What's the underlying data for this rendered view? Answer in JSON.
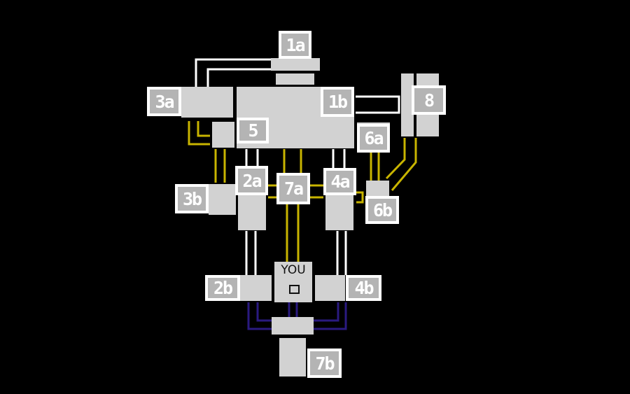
{
  "map": {
    "player_label": "YOU",
    "cameras": [
      {
        "id": "1a",
        "label": "1a"
      },
      {
        "id": "1b",
        "label": "1b"
      },
      {
        "id": "2a",
        "label": "2a"
      },
      {
        "id": "2b",
        "label": "2b"
      },
      {
        "id": "3a",
        "label": "3a"
      },
      {
        "id": "3b",
        "label": "3b"
      },
      {
        "id": "4a",
        "label": "4a"
      },
      {
        "id": "4b",
        "label": "4b"
      },
      {
        "id": "5",
        "label": "5"
      },
      {
        "id": "6a",
        "label": "6a"
      },
      {
        "id": "6b",
        "label": "6b"
      },
      {
        "id": "7a",
        "label": "7a"
      },
      {
        "id": "7b",
        "label": "7b"
      },
      {
        "id": "8",
        "label": "8"
      }
    ],
    "colors": {
      "room": "#d2d2d2",
      "white_wire": "#ffffff",
      "yellow_wire": "#c8b400",
      "navy_wire": "#2a1a80"
    }
  }
}
